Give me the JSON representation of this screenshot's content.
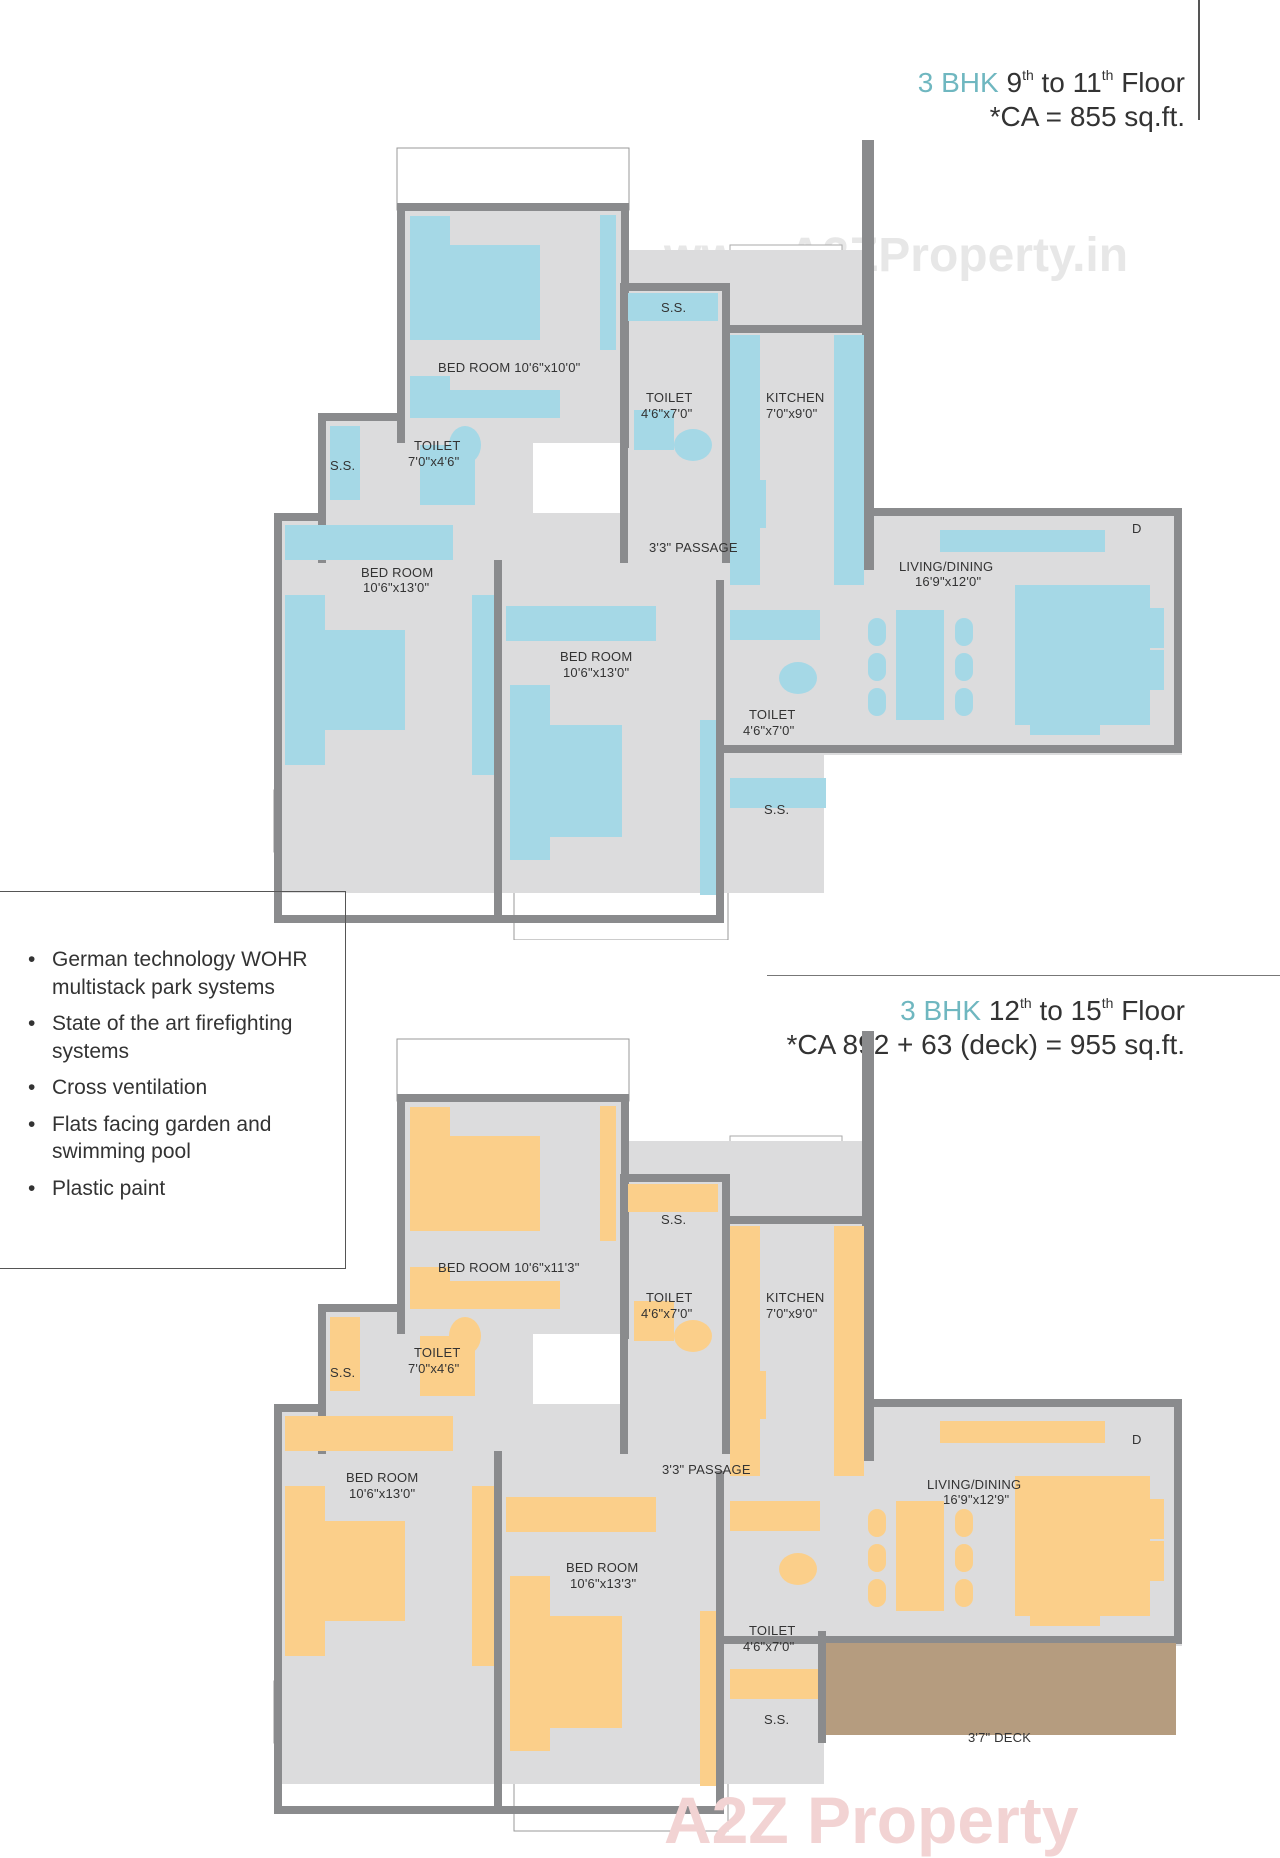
{
  "plan_a": {
    "title_prefix": "3 BHK",
    "floor_from": "9",
    "floor_from_sup": "th",
    "floor_mid": " to 11",
    "floor_to_sup": "th",
    "floor_suffix": " Floor",
    "area": "*CA = 855 sq.ft.",
    "rooms": {
      "bed1": "BED ROOM 10'6\"x10'0\"",
      "ss_top": "S.S.",
      "toilet_a_name": "TOILET",
      "toilet_a_size": "4'6\"x7'0\"",
      "kitchen_name": "KITCHEN",
      "kitchen_size": "7'0\"x9'0\"",
      "ss_left": "S.S.",
      "toilet_b_name": "TOILET",
      "toilet_b_size": "7'0\"x4'6\"",
      "bed2_name": "BED ROOM",
      "bed2_size": "10'6\"x13'0\"",
      "passage": "3'3\" PASSAGE",
      "living_name": "LIVING/DINING",
      "living_size": "16'9\"x12'0\"",
      "d": "D",
      "bed3_name": "BED ROOM",
      "bed3_size": "10'6\"x13'0\"",
      "toilet_c_name": "TOILET",
      "toilet_c_size": "4'6\"x7'0\"",
      "ss_bottom": "S.S."
    }
  },
  "plan_b": {
    "title_prefix": "3 BHK",
    "floor_from": "12",
    "floor_from_sup": "th",
    "floor_mid": " to 15",
    "floor_to_sup": "th",
    "floor_suffix": " Floor",
    "area": "*CA 892 + 63 (deck) = 955 sq.ft.",
    "rooms": {
      "bed1": "BED ROOM 10'6\"x11'3\"",
      "ss_top": "S.S.",
      "toilet_a_name": "TOILET",
      "toilet_a_size": "4'6\"x7'0\"",
      "kitchen_name": "KITCHEN",
      "kitchen_size": "7'0\"x9'0\"",
      "ss_left": "S.S.",
      "toilet_b_name": "TOILET",
      "toilet_b_size": "7'0\"x4'6\"",
      "bed2_name": "BED ROOM",
      "bed2_size": "10'6\"x13'0\"",
      "passage": "3'3\" PASSAGE",
      "living_name": "LIVING/DINING",
      "living_size": "16'9\"x12'9\"",
      "d": "D",
      "bed3_name": "BED ROOM",
      "bed3_size": "10'6\"x13'3\"",
      "toilet_c_name": "TOILET",
      "toilet_c_size": "4'6\"x7'0\"",
      "ss_bottom": "S.S.",
      "deck": "3'7\" DECK"
    }
  },
  "features": {
    "bullet": "•",
    "items": [
      "German technology WOHR multistack park systems",
      "State of the art firefighting systems",
      "Cross ventilation",
      "Flats facing garden and swimming pool",
      "Plastic paint"
    ]
  },
  "watermarks": {
    "top": "www.A2ZProperty.in",
    "bottom": "A2Z Property"
  },
  "colors": {
    "plan_a_fill": "#a5d8e6",
    "plan_b_fill": "#fbcf8a",
    "deck": "#b59c7f",
    "floor": "#dcdcdd",
    "wall": "#8a8b8d",
    "accent_text": "#6fb7c0"
  }
}
